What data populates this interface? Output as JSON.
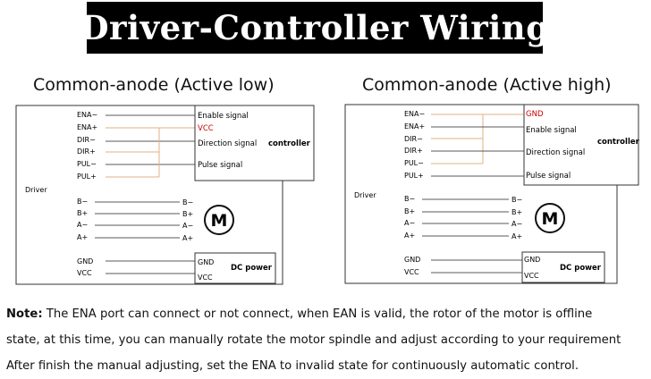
{
  "title": "Driver-Controller Wiring",
  "colors": {
    "signal_wire": "#e2b283",
    "highlight": "#cc0000",
    "line": "#222222"
  },
  "panels": [
    {
      "heading": "Common-anode (Active low)",
      "driver_label": "Driver",
      "driver_pins": [
        "ENA−",
        "ENA+",
        "DIR−",
        "DIR+",
        "PUL−",
        "PUL+"
      ],
      "controller_signals": [
        {
          "label": "Enable signal",
          "highlight": false
        },
        {
          "label": "VCC",
          "highlight": true
        },
        {
          "label": "Direction signal",
          "highlight": false
        },
        {
          "label": "Pulse signal",
          "highlight": false
        }
      ],
      "controller_label": "controller",
      "motor_pins": [
        "B−",
        "B+",
        "A−",
        "A+"
      ],
      "motor_symbol": "M",
      "power_pins": [
        "GND",
        "VCC"
      ],
      "power_labels": [
        "GND",
        "VCC"
      ],
      "power_label": "DC power"
    },
    {
      "heading": "Common-anode (Active high)",
      "driver_label": "Driver",
      "driver_pins": [
        "ENA−",
        "ENA+",
        "DIR−",
        "DIR+",
        "PUL−",
        "PUL+"
      ],
      "controller_signals": [
        {
          "label": "GND",
          "highlight": true
        },
        {
          "label": "Enable signal",
          "highlight": false
        },
        {
          "label": "Direction signal",
          "highlight": false
        },
        {
          "label": "Pulse signal",
          "highlight": false
        }
      ],
      "controller_label": "controller",
      "motor_pins": [
        "B−",
        "B+",
        "A−",
        "A+"
      ],
      "motor_symbol": "M",
      "power_pins": [
        "GND",
        "VCC"
      ],
      "power_labels": [
        "GND",
        "VCC"
      ],
      "power_label": "DC power"
    }
  ],
  "note": {
    "label": "Note:",
    "line1": " The ENA port can connect or not connect, when EAN is valid, the rotor of the motor is offline",
    "line2": "state, at this time, you can manually rotate the motor spindle and adjust according to your requirement",
    "line3": "After finish the manual adjusting, set the ENA to invalid state for continuously automatic control."
  }
}
